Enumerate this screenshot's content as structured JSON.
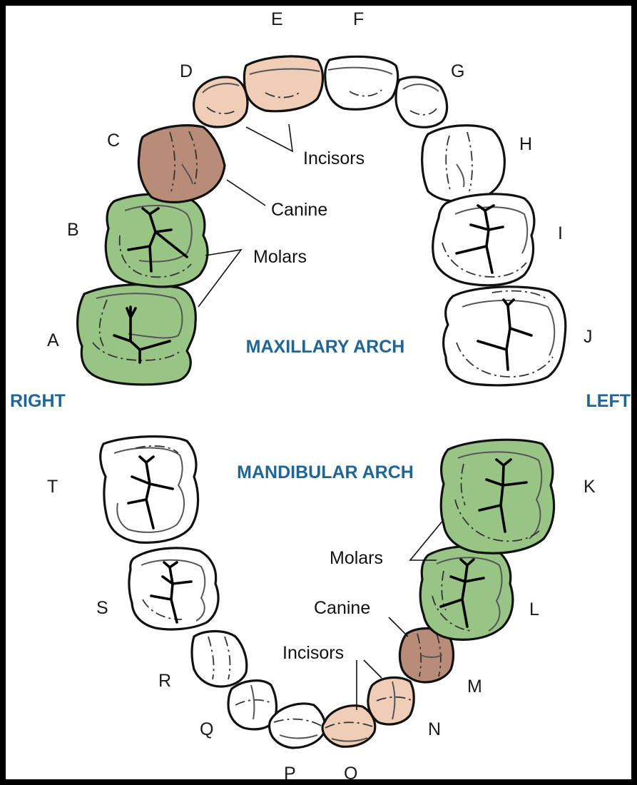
{
  "colors": {
    "molar_green": "#98c586",
    "canine_brown": "#b98c78",
    "incisor_pink": "#f0cdb6",
    "unshaded": "#ffffff",
    "heading_blue": "#1f6596"
  },
  "side_labels": {
    "right": "RIGHT",
    "left": "LEFT"
  },
  "arch_titles": {
    "maxillary": "MAXILLARY ARCH",
    "mandibular": "MANDIBULAR ARCH"
  },
  "maxillary": {
    "letters": {
      "A": "A",
      "B": "B",
      "C": "C",
      "D": "D",
      "E": "E",
      "F": "F",
      "G": "G",
      "H": "H",
      "I": "I",
      "J": "J"
    },
    "callouts": {
      "incisors": "Incisors",
      "canine": "Canine",
      "molars": "Molars"
    }
  },
  "mandibular": {
    "letters": {
      "K": "K",
      "L": "L",
      "M": "M",
      "N": "N",
      "O": "O",
      "P": "P",
      "Q": "Q",
      "R": "R",
      "S": "S",
      "T": "T"
    },
    "callouts": {
      "incisors": "Incisors",
      "canine": "Canine",
      "molars": "Molars"
    }
  },
  "teeth": [
    {
      "id": "A",
      "arch": "maxillary",
      "kind": "molar",
      "shaded": true
    },
    {
      "id": "B",
      "arch": "maxillary",
      "kind": "molar",
      "shaded": true
    },
    {
      "id": "C",
      "arch": "maxillary",
      "kind": "canine",
      "shaded": true
    },
    {
      "id": "D",
      "arch": "maxillary",
      "kind": "incisor",
      "shaded": true
    },
    {
      "id": "E",
      "arch": "maxillary",
      "kind": "incisor",
      "shaded": true
    },
    {
      "id": "F",
      "arch": "maxillary",
      "kind": "incisor",
      "shaded": false
    },
    {
      "id": "G",
      "arch": "maxillary",
      "kind": "incisor",
      "shaded": false
    },
    {
      "id": "H",
      "arch": "maxillary",
      "kind": "canine",
      "shaded": false
    },
    {
      "id": "I",
      "arch": "maxillary",
      "kind": "molar",
      "shaded": false
    },
    {
      "id": "J",
      "arch": "maxillary",
      "kind": "molar",
      "shaded": false
    },
    {
      "id": "K",
      "arch": "mandibular",
      "kind": "molar",
      "shaded": true
    },
    {
      "id": "L",
      "arch": "mandibular",
      "kind": "molar",
      "shaded": true
    },
    {
      "id": "M",
      "arch": "mandibular",
      "kind": "canine",
      "shaded": true
    },
    {
      "id": "N",
      "arch": "mandibular",
      "kind": "incisor",
      "shaded": true
    },
    {
      "id": "O",
      "arch": "mandibular",
      "kind": "incisor",
      "shaded": true
    },
    {
      "id": "P",
      "arch": "mandibular",
      "kind": "incisor",
      "shaded": false
    },
    {
      "id": "Q",
      "arch": "mandibular",
      "kind": "incisor",
      "shaded": false
    },
    {
      "id": "R",
      "arch": "mandibular",
      "kind": "canine",
      "shaded": false
    },
    {
      "id": "S",
      "arch": "mandibular",
      "kind": "molar",
      "shaded": false
    },
    {
      "id": "T",
      "arch": "mandibular",
      "kind": "molar",
      "shaded": false
    }
  ]
}
